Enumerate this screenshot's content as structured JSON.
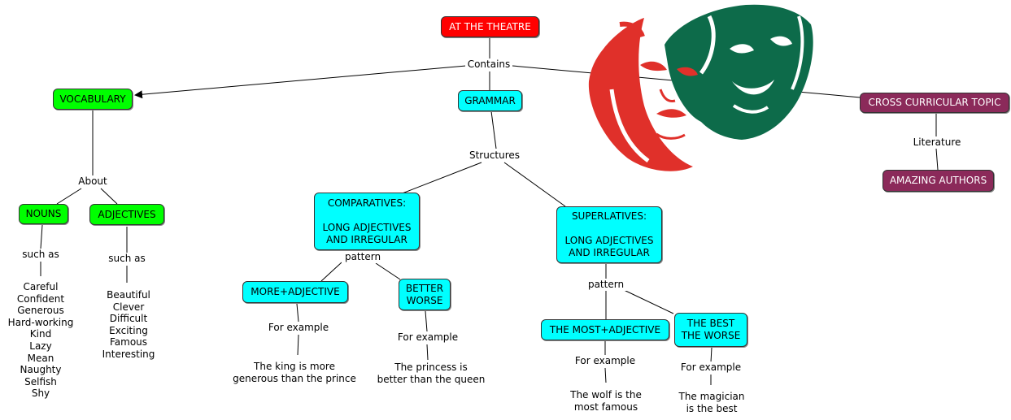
{
  "colors": {
    "red": "#ff0000",
    "green": "#00ff00",
    "cyan": "#00ffff",
    "purple": "#8b2a5a",
    "mask_red": "#e0302a",
    "mask_green": "#0d6b4a"
  },
  "nodes": {
    "title": "AT THE THEATRE",
    "vocabulary": "VOCABULARY",
    "grammar": "GRAMMAR",
    "cross_curricular": "CROSS CURRICULAR TOPIC",
    "amazing_authors": "AMAZING AUTHORS",
    "nouns": "NOUNS",
    "adjectives": "ADJECTIVES",
    "comparatives": "COMPARATIVES:\n\nLONG ADJECTIVES\nAND IRREGULAR",
    "superlatives": "SUPERLATIVES:\n\nLONG ADJECTIVES\nAND IRREGULAR",
    "more_adjective": "MORE+ADJECTIVE",
    "better_worse": "BETTER\nWORSE",
    "most_adjective": "THE MOST+ADJECTIVE",
    "best_worse": "THE BEST\nTHE WORSE"
  },
  "links": {
    "contains": "Contains",
    "about": "About",
    "structures": "Structures",
    "literature": "Literature",
    "such_as_1": "such as",
    "such_as_2": "such as",
    "pattern_1": "pattern",
    "pattern_2": "pattern",
    "for_example_1": "For example",
    "for_example_2": "For example",
    "for_example_3": "For example",
    "for_example_4": "For example"
  },
  "texts": {
    "nouns_list": "Careful\nConfident\nGenerous\nHard-working\nKind\nLazy\nMean\nNaughty\nSelfish\nShy",
    "adjectives_list": "Beautiful\nClever\nDifficult\nExciting\nFamous\nInteresting",
    "example_1": "The king is more\ngenerous than the prince",
    "example_2": "The princess is\nbetter than the queen",
    "example_3": "The wolf is the\nmost famous",
    "example_4": "The magician\nis the best"
  },
  "image": {
    "subject": "theatre-masks"
  }
}
